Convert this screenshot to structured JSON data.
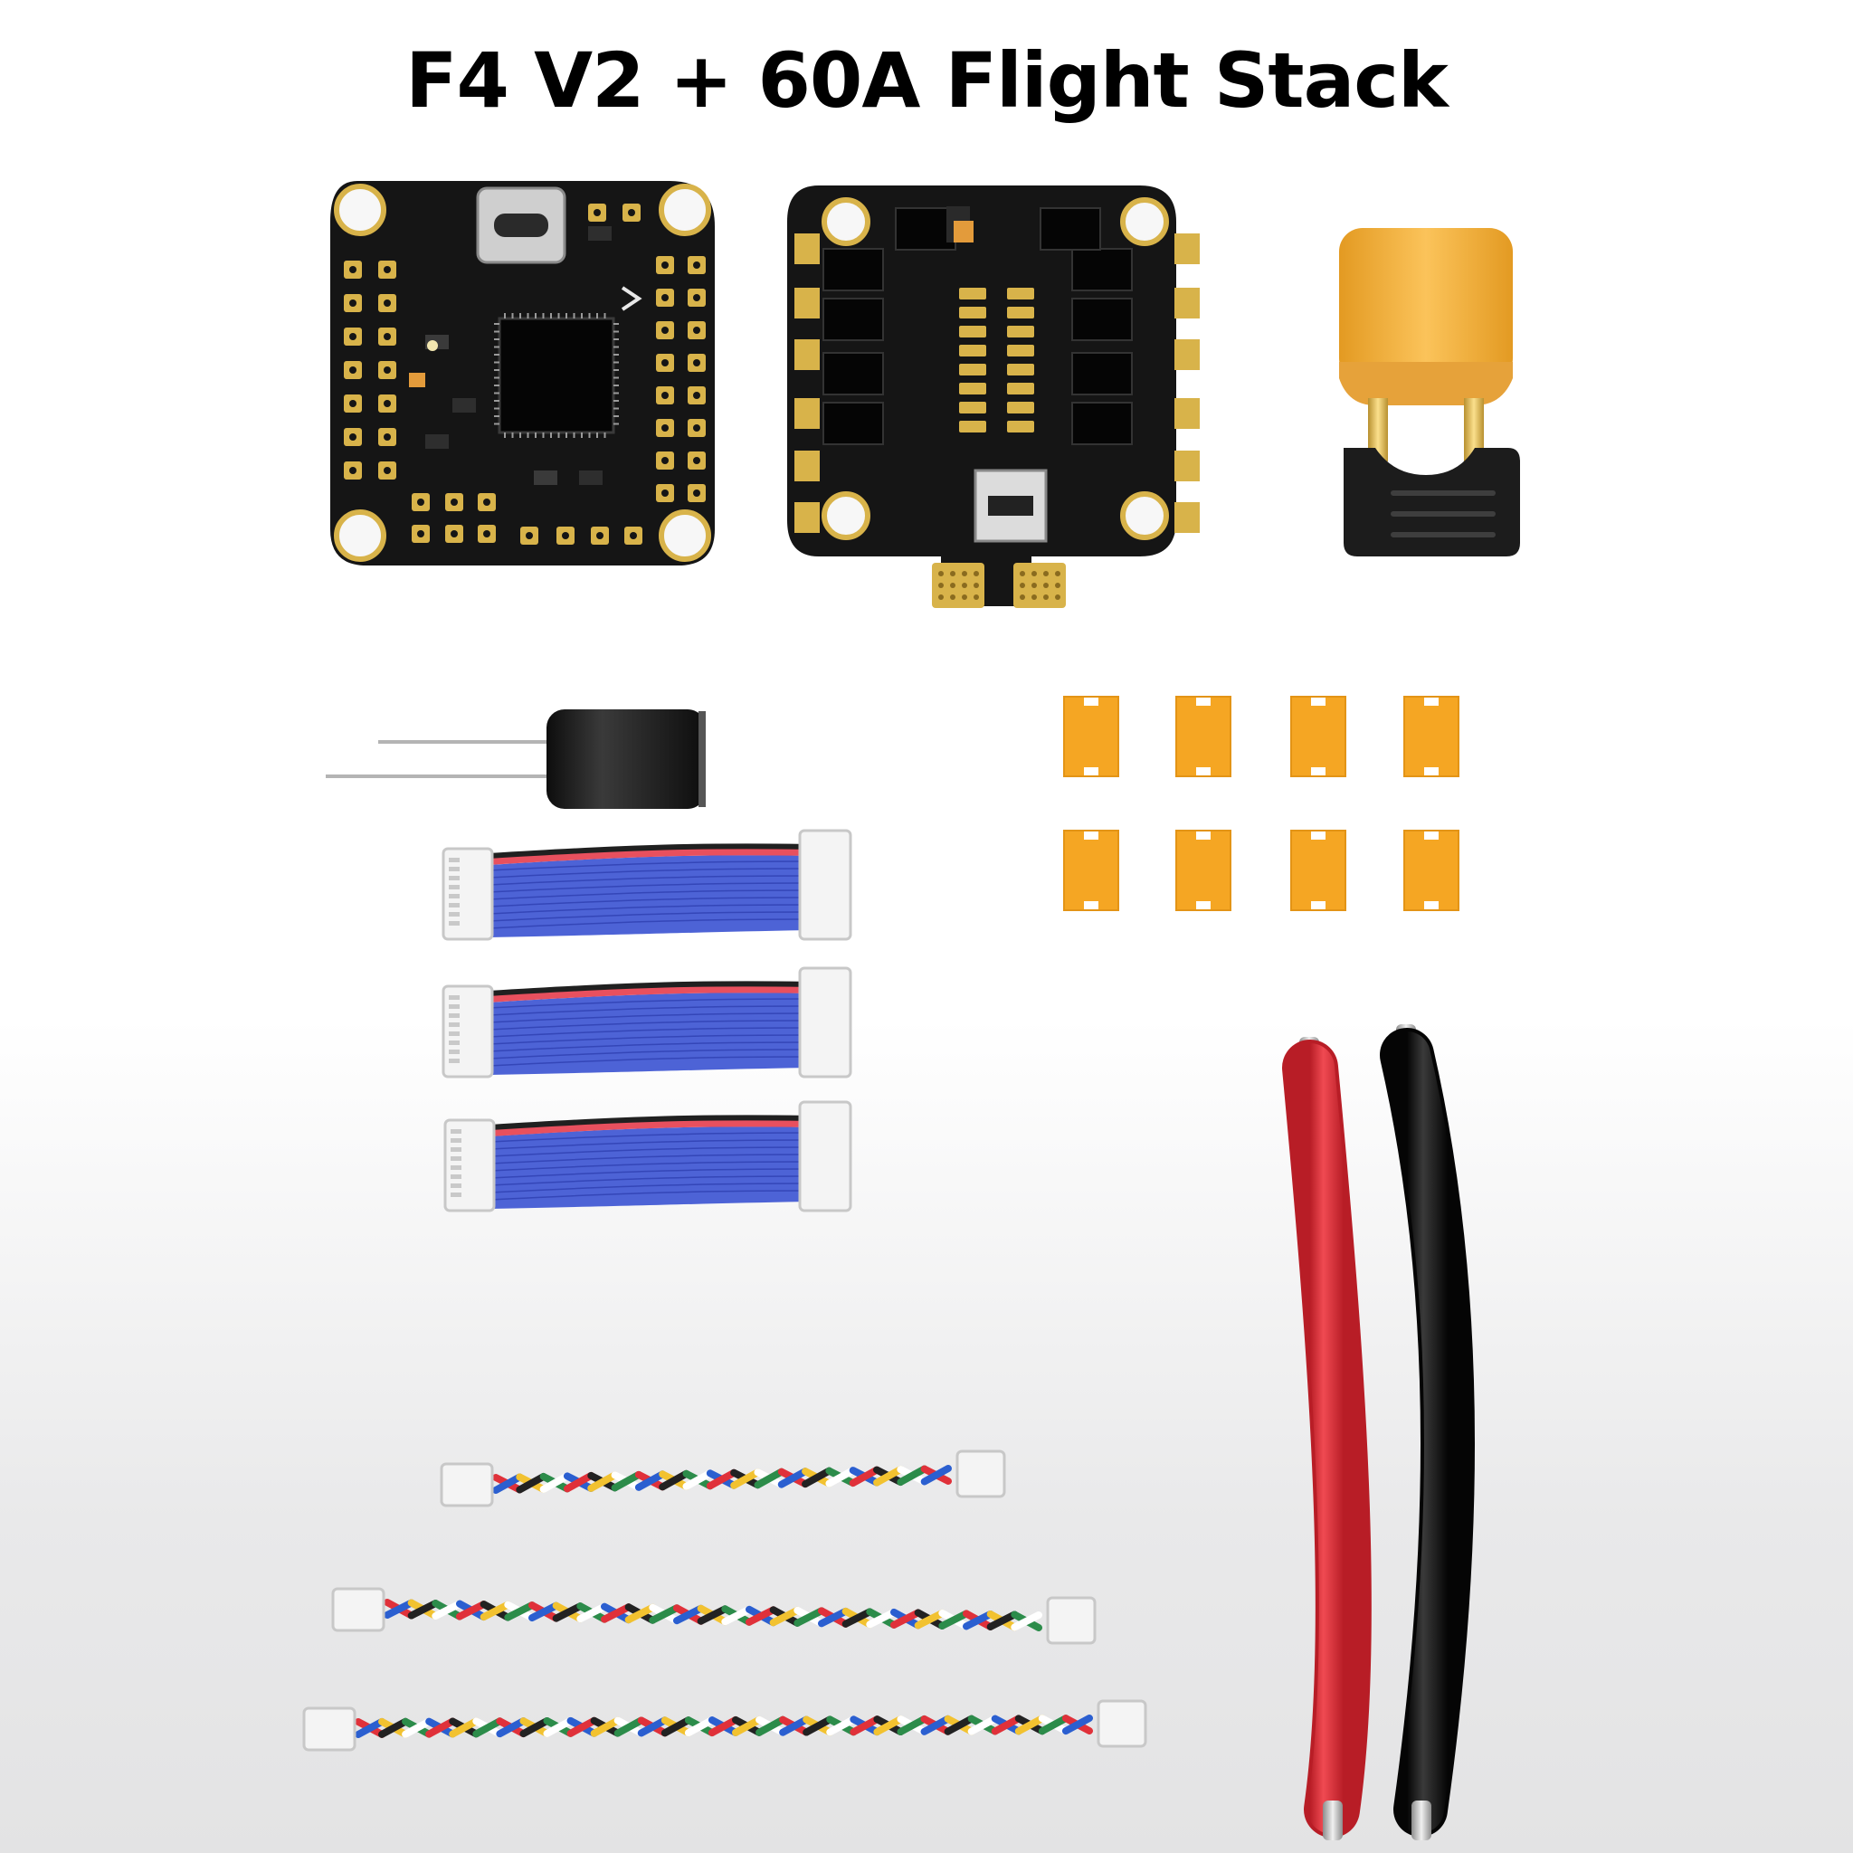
{
  "title": "F4 V2 + 60A Flight Stack",
  "colors": {
    "pcb": "#151515",
    "pad_gold": "#d8b34a",
    "connector_yellow": "#f5b23c",
    "protector_orange": "#f5a623",
    "ribbon_blue": "#4d63d6",
    "wire_red": "#e0313a",
    "wire_black": "#141414",
    "capacitor": "#1a1a1a"
  },
  "items": [
    {
      "id": "flight-controller",
      "icon": "flight-controller-board-icon"
    },
    {
      "id": "esc",
      "icon": "esc-board-icon"
    },
    {
      "id": "xt60",
      "icon": "xt60-connector-icon"
    },
    {
      "id": "capacitor",
      "icon": "capacitor-icon"
    },
    {
      "id": "pad-protectors",
      "icon": "pad-protector-icon",
      "count": 8
    },
    {
      "id": "ribbon-cables",
      "icon": "ribbon-cable-icon",
      "count": 3
    },
    {
      "id": "twisted-cables",
      "icon": "twisted-cable-icon",
      "count": 3
    },
    {
      "id": "power-wires",
      "icon": "power-wire-icon",
      "count": 2
    }
  ]
}
